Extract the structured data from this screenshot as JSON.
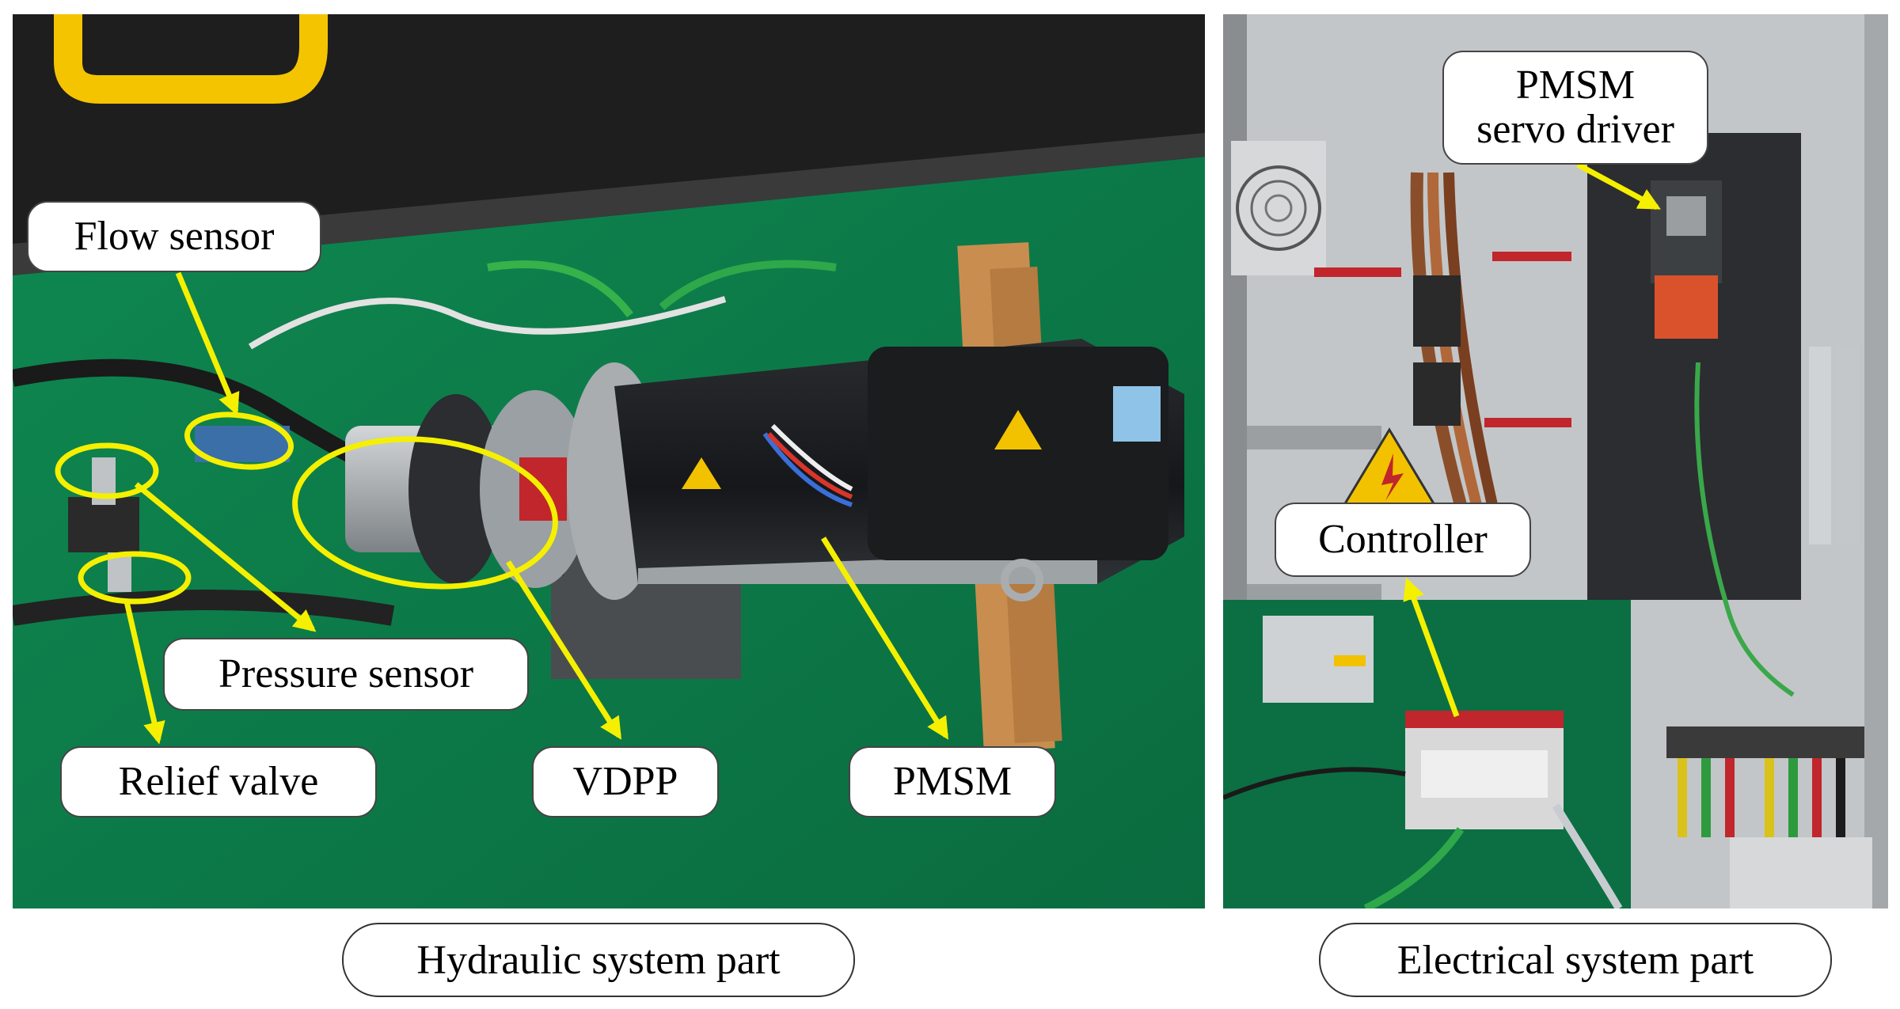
{
  "labels": {
    "flow_sensor": "Flow sensor",
    "pressure_sensor": "Pressure sensor",
    "relief_valve": "Relief valve",
    "vdpp": "VDPP",
    "pmsm": "PMSM",
    "servo_driver_line1": "PMSM",
    "servo_driver_line2": "servo driver",
    "controller": "Controller"
  },
  "captions": {
    "hydraulic": "Hydraulic system part",
    "electrical": "Electrical system part"
  },
  "colors": {
    "annotation_yellow": "#f5f000",
    "floor_green": "#0b7a48",
    "cabinet_gray": "#b9bcbe",
    "motor_black": "#1b1d1f",
    "fixture_silver": "#a9adb0"
  }
}
